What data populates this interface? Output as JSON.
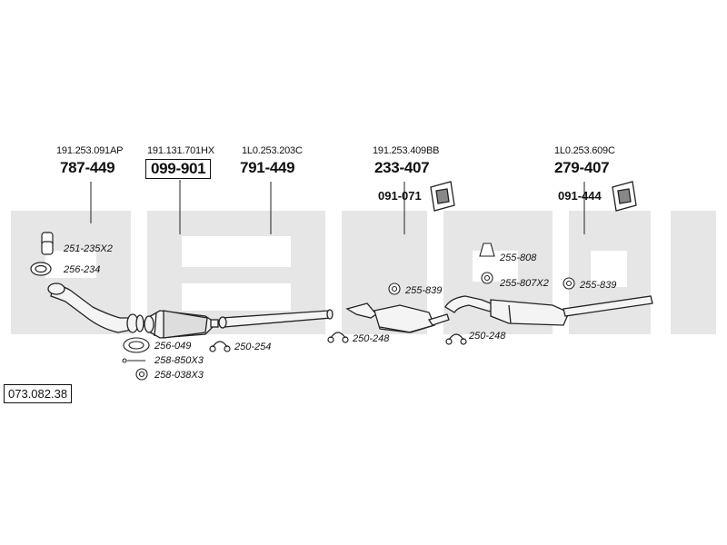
{
  "reference_number": "073.082.38",
  "oem_numbers": [
    "191.253.091AP",
    "191.131.701HX",
    "1L0.253.203C",
    "191.253.409BB",
    "1L0.253.609C"
  ],
  "main_parts": [
    "787-449",
    "099-901",
    "791-449",
    "233-407",
    "279-407"
  ],
  "hanger_parts": [
    "091-071",
    "091-444"
  ],
  "small_parts": {
    "gasket_top": "251-235X2",
    "ring_top": "256-234",
    "cat_ring": "256-049",
    "bolt": "258-850X3",
    "nut": "258-038X3",
    "clamp_a": "250-254",
    "rubber_mid": "255-839",
    "clamp_b": "250-248",
    "rubber_top_r": "255-808",
    "rubber_mid_r": "255-807X2",
    "rubber_far_r": "255-839",
    "clamp_c": "250-248"
  },
  "colors": {
    "ink": "#111111",
    "watermark": "#e6e6e6",
    "part_fill": "#f4f4f4"
  }
}
